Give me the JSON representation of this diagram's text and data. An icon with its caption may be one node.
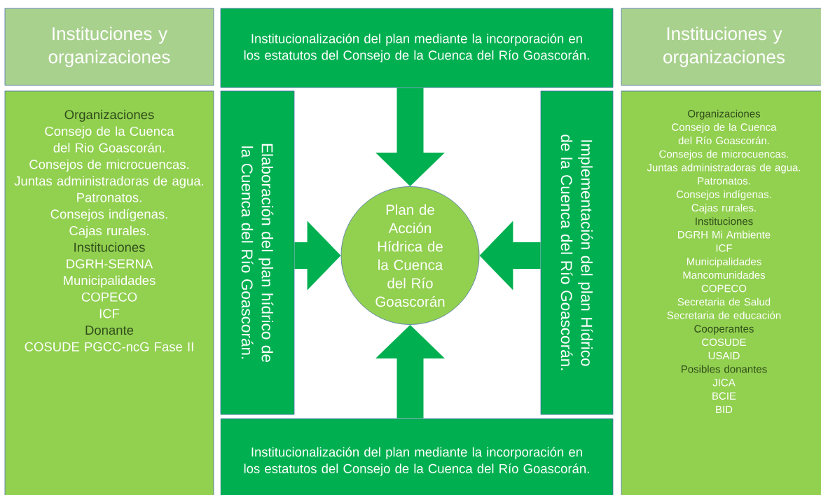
{
  "diagram": {
    "nodes": [
      {
        "text": [
          "Instituciones y organizaciones"
        ]
      },
      {
        "text": [
          "Organizaciones",
          "Consejo de la Cuenca del Rio Goascorán.",
          "Consejos de microcuencas.",
          "Juntas administradoras de agua.",
          "Patronatos.",
          "Consejos indígenas.",
          "Cajas rurales.",
          "Instituciones",
          "DGRH-SERNA",
          "Municipalidades",
          "COPECO",
          "ICF",
          "Donante",
          "COSUDE PGCC-ncG Fase II"
        ]
      },
      {
        "text": [
          "Institucionalización del plan mediante la incorporación en los estatutos del Consejo de la Cuenca del Río Goascorán."
        ]
      },
      {
        "text": [
          "Elaboración del plan hídrico de la Cuenca del Río Goascorán."
        ]
      },
      {
        "text": [
          "Plan de Acción Hídrica de la Cuenca del Río Goascorán"
        ]
      },
      {
        "text": [
          "Implementación del plan Hídrico de la Cuenca del Río Goascorán."
        ]
      },
      {
        "text": [
          "Institucionalización del plan mediante la incorporación en los estatutos del Consejo de la Cuenca del Río Goascorán."
        ]
      },
      {
        "text": [
          "Instituciones y organizaciones"
        ]
      },
      {
        "text": [
          "Organizaciones",
          "Consejo de la Cuenca del Río Goascorán.",
          "Consejos de microcuencas.",
          "Juntas administradoras de agua.",
          "Patronatos.",
          "Consejos indígenas.",
          "Cajas rurales.",
          "Instituciones",
          "DGRH Mi Ambiente",
          "ICF",
          "Municipalidades",
          "Mancomunidades",
          "COPECO",
          "Secretaria de Salud",
          "Secretaria de educación",
          "Cooperantes",
          "COSUDE",
          "USAID",
          "Posibles donantes",
          "JICA",
          "BCIE",
          "BID"
        ]
      }
    ],
    "edges": [
      {
        "from": 2,
        "to": 4,
        "arrow": "to"
      },
      {
        "from": 3,
        "to": 4,
        "arrow": "to"
      },
      {
        "from": 5,
        "to": 4,
        "arrow": "to"
      },
      {
        "from": 6,
        "to": 4,
        "arrow": "to"
      }
    ]
  }
}
